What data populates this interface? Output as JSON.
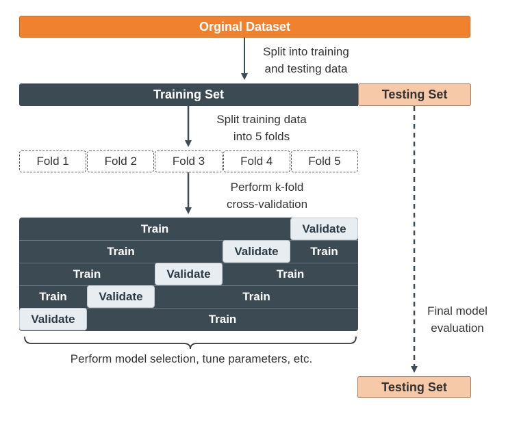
{
  "dataset": {
    "label": "Orginal Dataset"
  },
  "split_note": [
    "Split into training",
    "and testing data"
  ],
  "training_set": {
    "label": "Training Set"
  },
  "testing_set": {
    "label": "Testing Set"
  },
  "folds_note": [
    "Split training data",
    "into 5 folds"
  ],
  "folds": [
    "Fold 1",
    "Fold 2",
    "Fold 3",
    "Fold 4",
    "Fold 5"
  ],
  "kfold_note": [
    "Perform k-fold",
    "cross-validation"
  ],
  "cv_rows": [
    [
      {
        "label": "Train",
        "kind": "train",
        "span": 4
      },
      {
        "label": "Validate",
        "kind": "val",
        "span": 1
      }
    ],
    [
      {
        "label": "Train",
        "kind": "train",
        "span": 3
      },
      {
        "label": "Validate",
        "kind": "val",
        "span": 1
      },
      {
        "label": "Train",
        "kind": "train",
        "span": 1
      }
    ],
    [
      {
        "label": "Train",
        "kind": "train",
        "span": 2
      },
      {
        "label": "Validate",
        "kind": "val",
        "span": 1
      },
      {
        "label": "Train",
        "kind": "train",
        "span": 2
      }
    ],
    [
      {
        "label": "Train",
        "kind": "train",
        "span": 1
      },
      {
        "label": "Validate",
        "kind": "val",
        "span": 1
      },
      {
        "label": "Train",
        "kind": "train",
        "span": 3
      }
    ],
    [
      {
        "label": "Validate",
        "kind": "val",
        "span": 1
      },
      {
        "label": "Train",
        "kind": "train",
        "span": 4
      }
    ]
  ],
  "bottom_note": "Perform model selection, tune parameters, etc.",
  "final_note": [
    "Final model",
    "evaluation"
  ],
  "colors": {
    "dataset": "#f0812f",
    "dark": "#3c4a53",
    "testing": "#f6c9a8",
    "validate": "#e8edf2"
  }
}
